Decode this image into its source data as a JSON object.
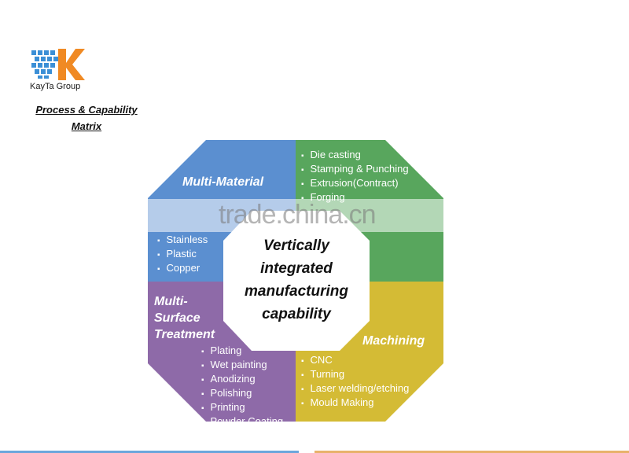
{
  "logo": {
    "text": "KayTa Group",
    "colors": {
      "blue": "#3b8fd6",
      "orange": "#f08a24"
    }
  },
  "doc_title": {
    "line1": "Process & Capability",
    "line2": "Matrix"
  },
  "diagram": {
    "center": {
      "line1": "Vertically",
      "line2": "integrated",
      "line3": "manufacturing",
      "line4": "capability"
    },
    "quadrants": {
      "top_left": {
        "title": "Multi-Material",
        "color": "#5b8fd0",
        "items": [
          "Stainless",
          "Plastic",
          "Copper"
        ]
      },
      "top_right": {
        "title": "",
        "color": "#58a65d",
        "items": [
          "Die casting",
          "Stamping & Punching",
          "Extrusion(Contract)",
          "Forging"
        ]
      },
      "bottom_left": {
        "title_line1": "Multi-",
        "title_line2": "Surface",
        "title_line3": "Treatment",
        "color": "#8e6aa8",
        "items": [
          "Plating",
          "Wet painting",
          "Anodizing",
          "Polishing",
          "Printing",
          "Powder Coating"
        ]
      },
      "bottom_right": {
        "title": "Machining",
        "color": "#d4bb35",
        "items": [
          "CNC",
          "Turning",
          "Laser welding/etching",
          "Mould Making"
        ]
      }
    }
  },
  "watermark": "trade.china.cn"
}
